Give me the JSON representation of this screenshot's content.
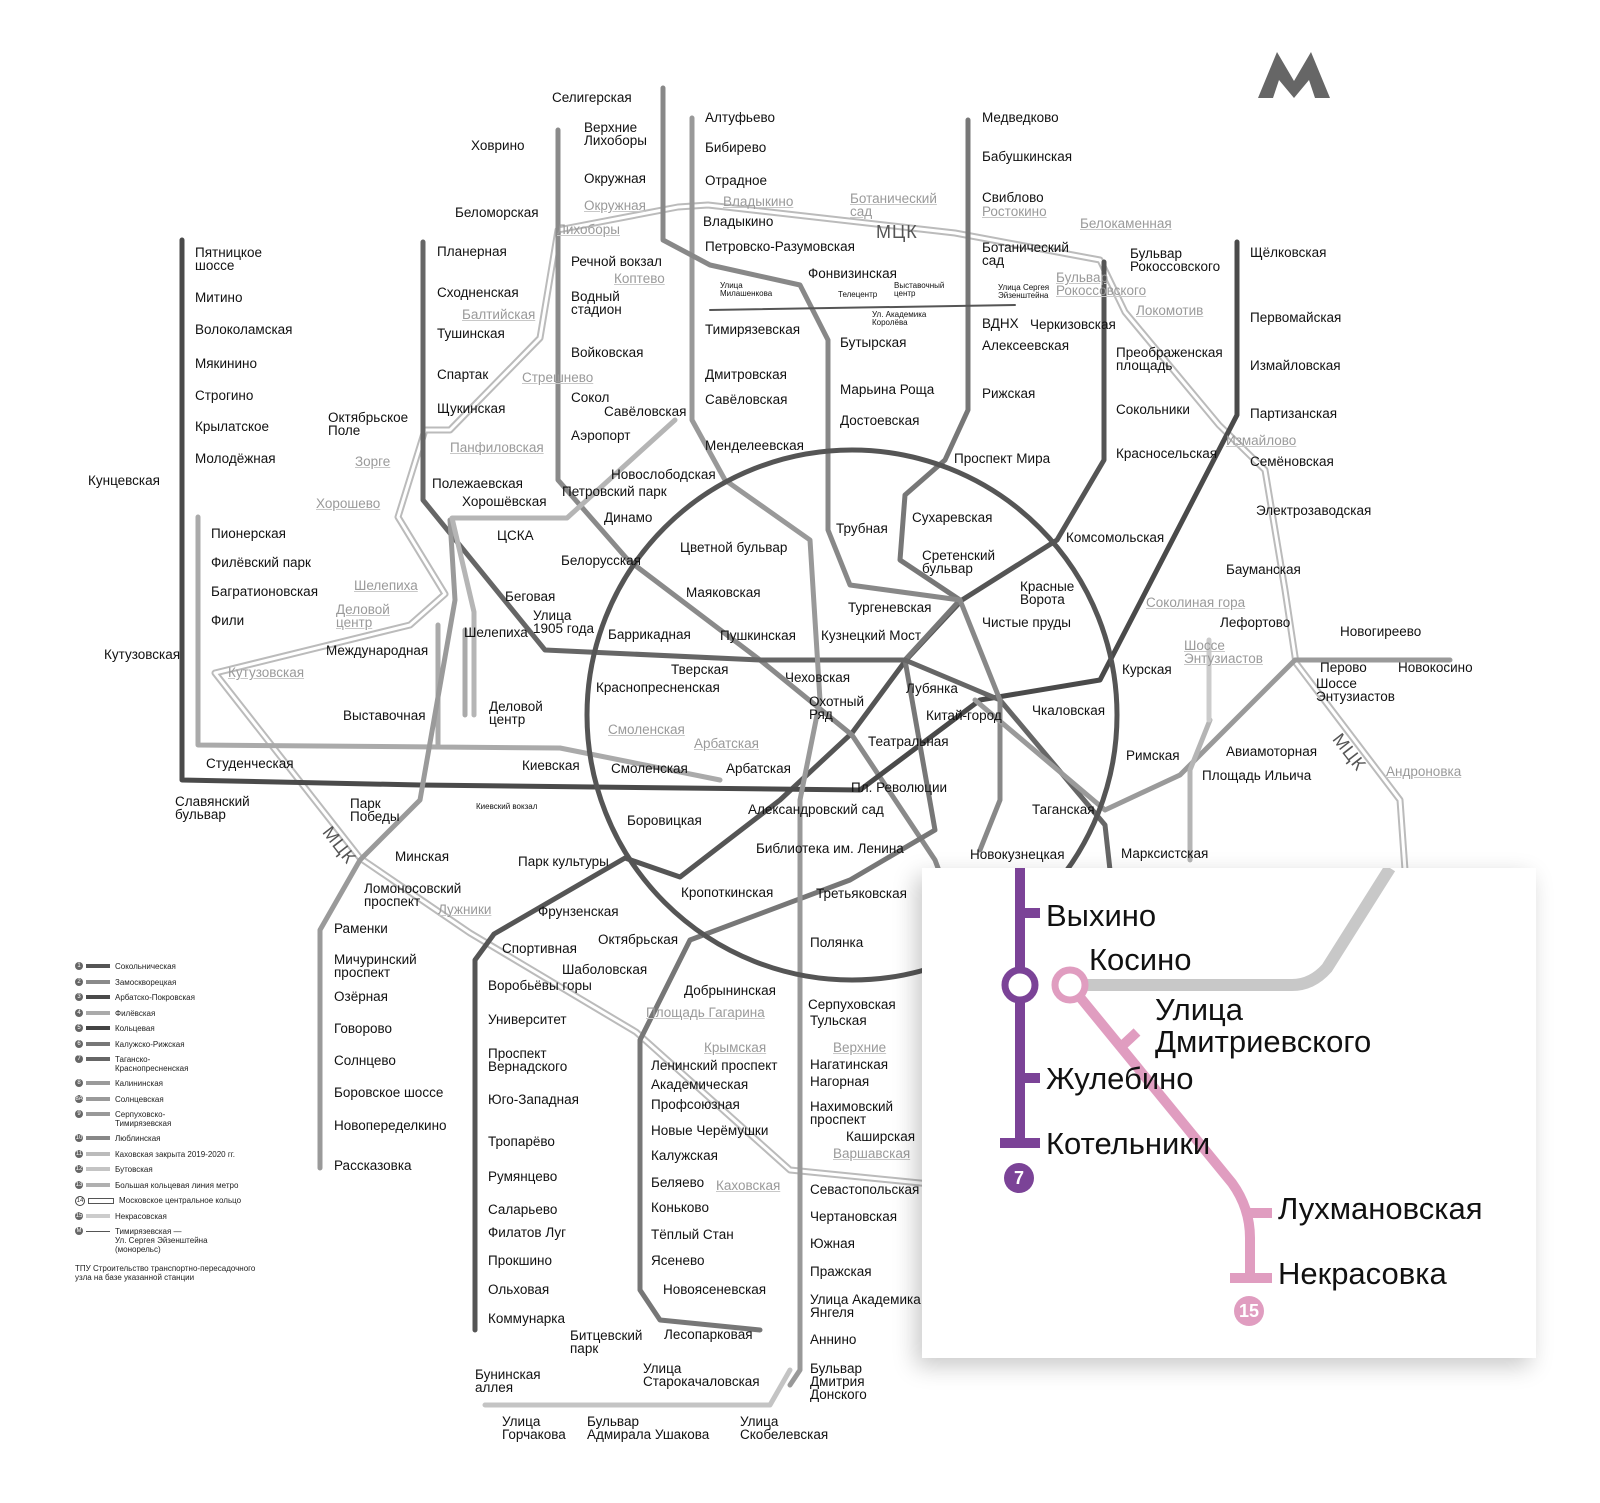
{
  "logo": "M",
  "mck_label": "МЦК",
  "colors": {
    "line7": "#7b4397",
    "line15": "#e09dc0",
    "ring": "#555555",
    "mck": "#c8c8c8"
  },
  "stations": [
    "Селигерская",
    "Верхние\nЛихоборы",
    "Ховрино",
    "Алтуфьево",
    "Бибирево",
    "Окружная",
    "Отрадное",
    "Окружная",
    "Владыкино",
    "Владыкино",
    "Беломорская",
    "Лихоборы",
    "Петровско-Разумовская",
    "Речной вокзал",
    "Планерная",
    "Коптево",
    "Фонвизинская",
    "Водный\nстадион",
    "Сходненская",
    "Балтийская",
    "Тимирязевская",
    "Тушинская",
    "Войковская",
    "Бутырская",
    "Спартак",
    "Стрешнево",
    "Дмитровская",
    "Сокол",
    "Марьина Роща",
    "Савёловская",
    "Савёловская",
    "Щукинская",
    "Октябрьское\nПоле",
    "Аэропорт",
    "Достоевская",
    "Панфиловская",
    "Менделеевская",
    "Новослободская",
    "Зорге",
    "Полежаевская",
    "Петровский парк",
    "Хорошёвская",
    "Хорошево",
    "Динамо",
    "ЦСКА",
    "Цветной бульвар",
    "Трубная",
    "Сухаревская",
    "Проспект Мира",
    "Белорусская",
    "Беговая",
    "Маяковская",
    "Улица\n1905 года",
    "Шелепиха",
    "Деловой\nцентр",
    "Шелепиха",
    "Баррикадная",
    "Пушкинская",
    "Кузнецкий Мост",
    "Тургеневская",
    "Сретенский\nбульвар",
    "Красные\nВорота",
    "Чистые пруды",
    "Международная",
    "Тверская",
    "Чеховская",
    "Краснопресненская",
    "Лубянка",
    "Охотный\nРяд",
    "Китай-город",
    "Чкаловская",
    "Курская",
    "Выставочная",
    "Деловой\nцентр",
    "Смоленская",
    "Арбатская",
    "Театральная",
    "Киевская",
    "Смоленская",
    "Арбатская",
    "Студенческая",
    "Пл. Революции",
    "Александровский сад",
    "Боровицкая",
    "Парк\nПобеды",
    "Славянский\nбульвар",
    "Библиотека им. Ленина",
    "Минская",
    "Парк культуры",
    "Новокузнецкая",
    "Марксистская",
    "Таганская",
    "Римская",
    "Площадь Ильича",
    "Авиамоторная",
    "Кропоткинская",
    "Ломоносовский\nпроспект",
    "Лужники",
    "Фрунзенская",
    "Третьяковская",
    "Спортивная",
    "Октябрьская",
    "Полянка",
    "Раменки",
    "Шаболовская",
    "Мичуринский\nпроспект",
    "Воробьёвы горы",
    "Добрынинская",
    "Серпуховская",
    "Тульская",
    "Озёрная",
    "Университет",
    "Площадь Гагарина",
    "Говорово",
    "Проспект\nВернадского",
    "Крымская",
    "Ленинский проспект",
    "Нагатинская",
    "Нагорная",
    "Солнцево",
    "Академическая",
    "Юго-Западная",
    "Боровское шоссе",
    "Нахимовский\nпроспект",
    "Профсоюзная",
    "Новопеределкино",
    "Новые Черёмушки",
    "Тропарёво",
    "Верхние",
    "Калужская",
    "Рассказовка",
    "Румянцево",
    "Беляево",
    "Каховская",
    "Севастопольская",
    "Саларьево",
    "Коньково",
    "Чертановская",
    "Филатов Луг",
    "Тёплый Стан",
    "Южная",
    "Прокшино",
    "Ясенево",
    "Пражская",
    "Ольховая",
    "Новоясеневская",
    "Улица Академика\nЯнгеля",
    "Коммунарка",
    "Битцевский\nпарк",
    "Лесопарковая",
    "Аннино",
    "Бунинская\nаллея",
    "Улица\nСтарокачаловская",
    "Бульвар\nДмитрия\nДонского",
    "Улица\nГорчакова",
    "Бульвар\nАдмирала Ушакова",
    "Улица\nСкобелевская",
    "Пятницкое\nшоссе",
    "Митино",
    "Волоколамская",
    "Мякинино",
    "Строгино",
    "Крылатское",
    "Молодёжная",
    "Кунцевская",
    "Пионерская",
    "Филёвский парк",
    "Багратионовская",
    "Фили",
    "Кутузовская",
    "Кутузовская",
    "Медведково",
    "Бабушкинская",
    "Свиблово",
    "Ростокино",
    "Ботанический\nсад",
    "Ботанический\nсад",
    "Белокаменная",
    "Бульвар\nРокоссовского",
    "Бульвар\nРокоссовского",
    "Щёлковская",
    "ВДНХ",
    "Черкизовская",
    "Локомотив",
    "Первомайская",
    "Алексеевская",
    "Преображенская\nплощадь",
    "Измайловская",
    "Рижская",
    "Сокольники",
    "Партизанская",
    "Измайлово",
    "Красносельская",
    "Семёновская",
    "Электрозаводская",
    "Комсомольская",
    "Бауманская",
    "Соколиная гора",
    "Лефортово",
    "Шоссе\nЭнтузиастов",
    "Новогиреево",
    "Перово",
    "Новокосино",
    "Шоссе\nЭнтузиастов",
    "Андроновка",
    "Улица\nМилашенкова",
    "Телецентр",
    "Выставочный\nцентр",
    "Ул. Академика\nКоролёва",
    "Улица Сергея\nЭйзенштейна",
    "Варшавская",
    "Каширская",
    "Киевский вокзал"
  ],
  "legend": {
    "items": [
      {
        "num": "1",
        "name": "Сокольническая",
        "color": "#555555"
      },
      {
        "num": "2",
        "name": "Замоскворецкая",
        "color": "#8a8a8a"
      },
      {
        "num": "3",
        "name": "Арбатско-Покровская",
        "color": "#4a4a4a"
      },
      {
        "num": "4",
        "name": "Филёвская",
        "color": "#aaaaaa"
      },
      {
        "num": "5",
        "name": "Кольцевая",
        "color": "#444444"
      },
      {
        "num": "6",
        "name": "Калужско-Рижская",
        "color": "#777777"
      },
      {
        "num": "7",
        "name": "Таганско-\nКраснопресненская",
        "color": "#666666"
      },
      {
        "num": "8",
        "name": "Калининская",
        "color": "#9a9a9a"
      },
      {
        "num": "8A",
        "name": "Солнцевская",
        "color": "#9a9a9a"
      },
      {
        "num": "9",
        "name": "Серпуховско-\nТимирязевская",
        "color": "#999999"
      },
      {
        "num": "10",
        "name": "Люблинская",
        "color": "#888888"
      },
      {
        "num": "11",
        "name": "Каховская закрыта 2019-2020 гг.",
        "color": "#bbbbbb"
      },
      {
        "num": "12",
        "name": "Бутовская",
        "color": "#c4c4c4"
      },
      {
        "num": "13",
        "name": "Большая кольцевая линия метро",
        "color": "#b0b0b0"
      },
      {
        "num": "14",
        "name": "Московское центральное кольцо",
        "color": "#ffffff"
      },
      {
        "num": "15",
        "name": "Некрасовская",
        "color": "#cccccc"
      },
      {
        "num": "M",
        "name": "Тимирязевская —\nУл. Сергея Эйзенштейна\n(монорельс)",
        "color": "#555555"
      }
    ],
    "tpu_note": "ТПУ  Строительство транспортно-пересадочного\n        узла на базе указанной станции"
  },
  "inset": {
    "stations": [
      "Выхино",
      "Косино",
      "Улица\nДмитриевского",
      "Жулебино",
      "Котельники",
      "Лухмановская",
      "Некрасовка"
    ],
    "badges": [
      "7",
      "15"
    ]
  }
}
